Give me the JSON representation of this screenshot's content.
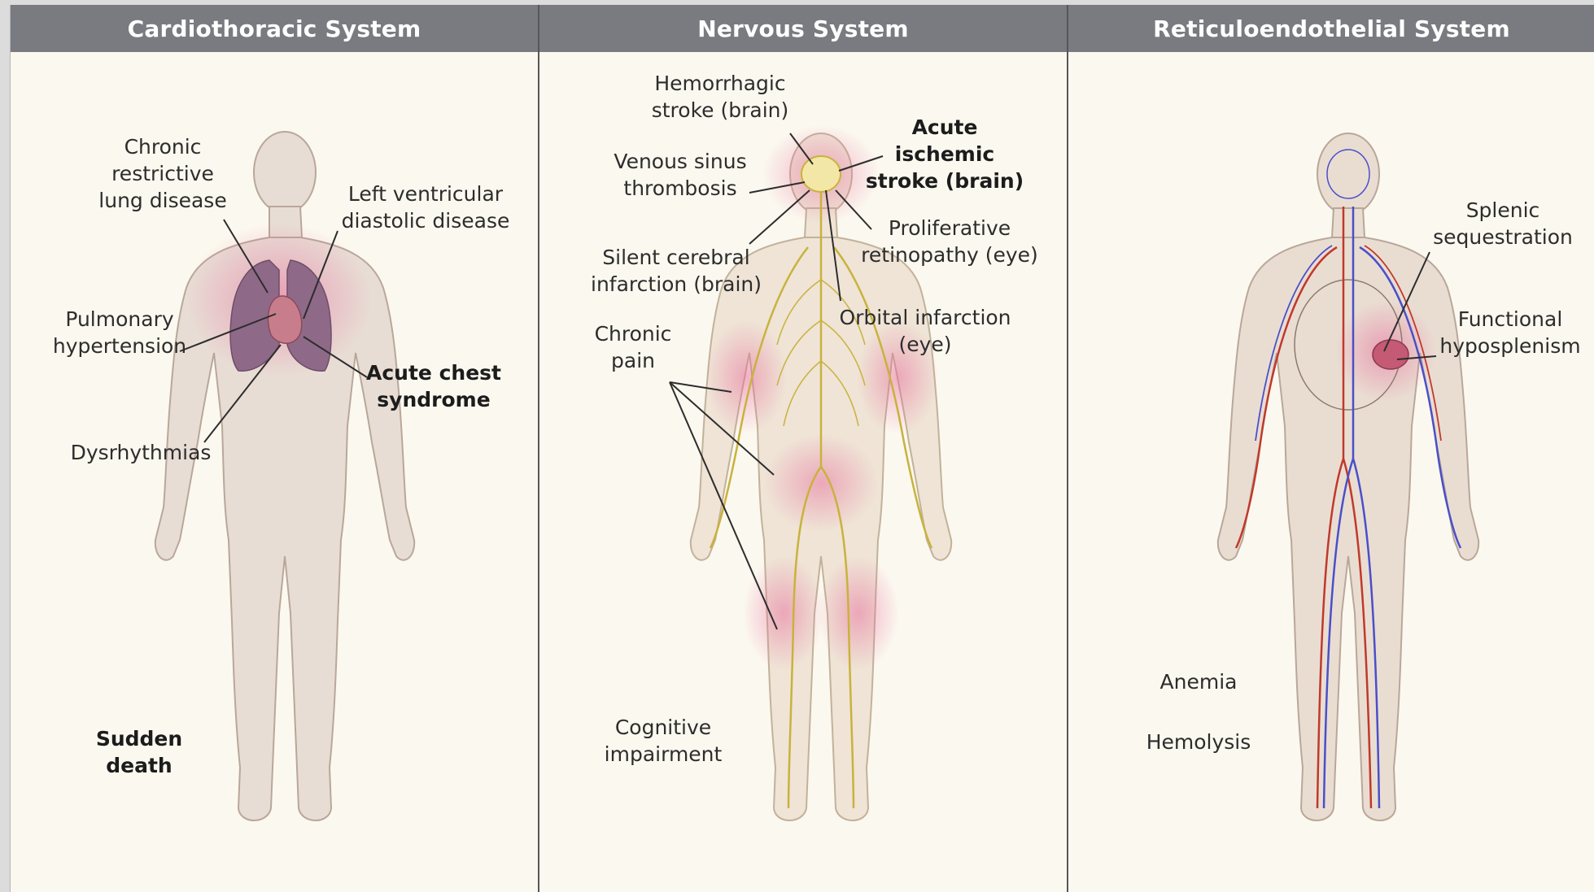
{
  "panels": [
    {
      "title": "Cardiothoracic System",
      "labels": {
        "chronic_lung": "Chronic\nrestrictive\nlung disease",
        "lv_diastolic": "Left ventricular\ndiastolic disease",
        "pulm_htn": "Pulmonary\nhypertension",
        "acute_chest": "Acute chest\nsyndrome",
        "dysrhythmias": "Dysrhythmias",
        "sudden_death": "Sudden death"
      }
    },
    {
      "title": "Nervous System",
      "labels": {
        "hemorrhagic": "Hemorrhagic\nstroke (brain)",
        "acute_ischemic": "Acute ischemic\nstroke (brain)",
        "venous_sinus": "Venous sinus\nthrombosis",
        "proliferative": "Proliferative\nretinopathy (eye)",
        "silent_cerebral": "Silent cerebral\ninfarction (brain)",
        "orbital": "Orbital infarction\n(eye)",
        "chronic_pain": "Chronic\npain",
        "cognitive": "Cognitive\nimpairment"
      }
    },
    {
      "title": "Reticuloendothelial System",
      "labels": {
        "splenic": "Splenic\nsequestration",
        "hyposplenism": "Functional\nhyposplenism",
        "anemia": "Anemia",
        "hemolysis": "Hemolysis"
      }
    }
  ],
  "colors": {
    "header_bg": "#797b80",
    "panel_bg": "#fbf8ef",
    "skin": "#e8ddd5",
    "skin_outline": "#b9a79a",
    "glow": "#e86a9a",
    "nerve": "#c9b23c",
    "artery": "#c0392b",
    "vein": "#4a4fc9",
    "lung": "#8e6a88"
  }
}
